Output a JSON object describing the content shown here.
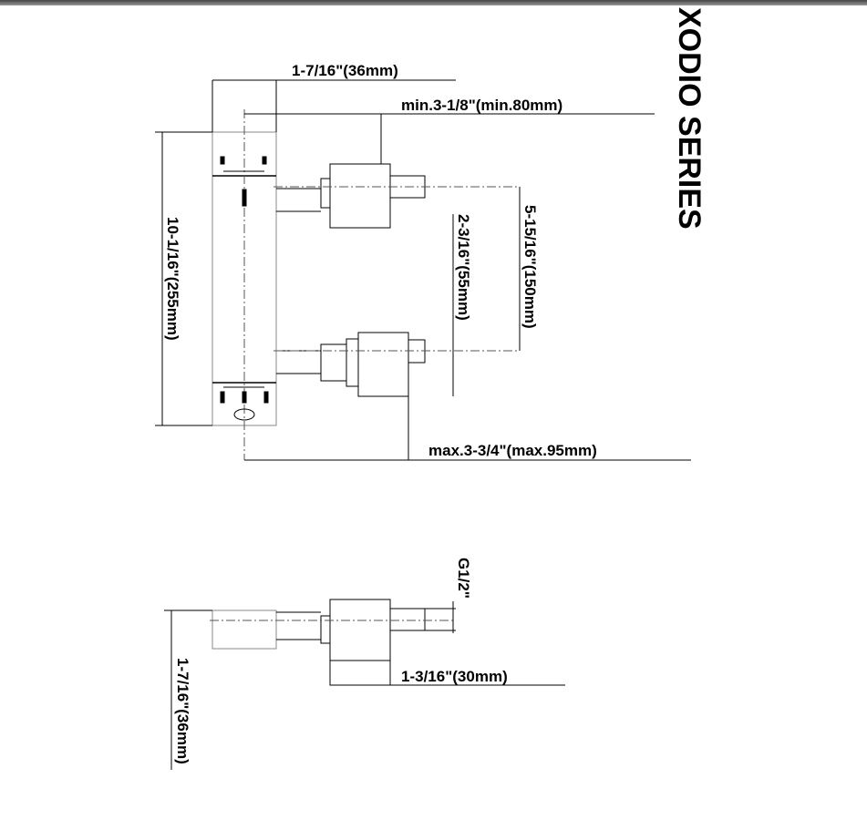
{
  "title": "XODIO SERIES",
  "front_view": {
    "width_dim": "1-7/16\"(36mm)",
    "min_projection": "min.3-1/8\"(min.80mm)",
    "height_dim": "10-1/16\"(255mm)",
    "center_distance": "5-15/16\"(150mm)",
    "offset_dim": "2-3/16\"(55mm)",
    "max_projection": "max.3-3/4\"(max.95mm)"
  },
  "side_view": {
    "thread": "G1/2\"",
    "nut_dim": "1-3/16\"(30mm)",
    "depth_dim": "1-7/16\"(36mm)"
  }
}
